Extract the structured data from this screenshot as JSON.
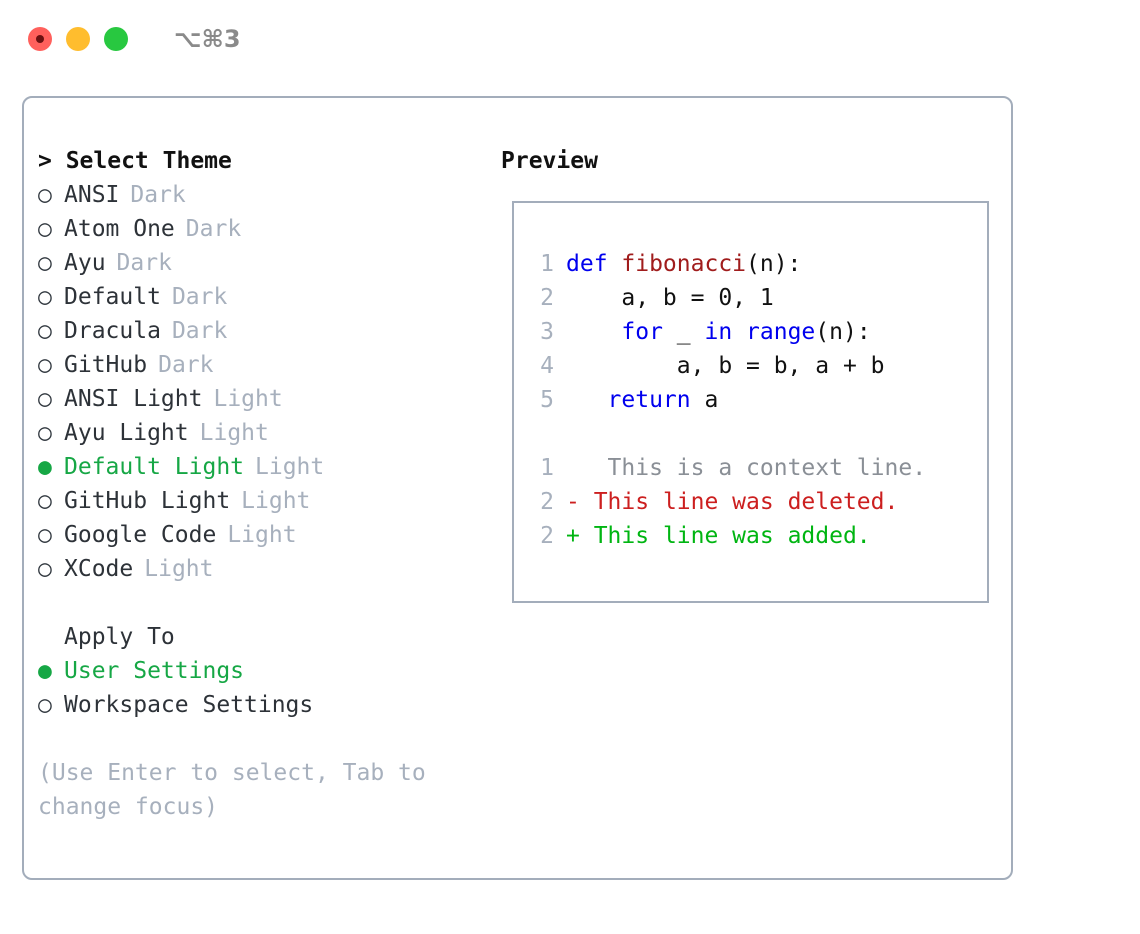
{
  "titlebar": {
    "shortcut": "⌥⌘3",
    "lights": [
      "close",
      "minimize",
      "maximize"
    ]
  },
  "left": {
    "header": "> Select Theme",
    "themes": [
      {
        "bullet": "○",
        "name": "ANSI",
        "tag": "Dark",
        "selected": false
      },
      {
        "bullet": "○",
        "name": "Atom One",
        "tag": "Dark",
        "selected": false
      },
      {
        "bullet": "○",
        "name": "Ayu",
        "tag": "Dark",
        "selected": false
      },
      {
        "bullet": "○",
        "name": "Default",
        "tag": "Dark",
        "selected": false
      },
      {
        "bullet": "○",
        "name": "Dracula",
        "tag": "Dark",
        "selected": false
      },
      {
        "bullet": "○",
        "name": "GitHub",
        "tag": "Dark",
        "selected": false
      },
      {
        "bullet": "○",
        "name": "ANSI Light",
        "tag": "Light",
        "selected": false
      },
      {
        "bullet": "○",
        "name": "Ayu Light",
        "tag": "Light",
        "selected": false
      },
      {
        "bullet": "●",
        "name": "Default Light",
        "tag": "Light",
        "selected": true
      },
      {
        "bullet": "○",
        "name": "GitHub Light",
        "tag": "Light",
        "selected": false
      },
      {
        "bullet": "○",
        "name": "Google Code",
        "tag": "Light",
        "selected": false
      },
      {
        "bullet": "○",
        "name": "XCode",
        "tag": "Light",
        "selected": false
      }
    ],
    "apply_to_label": "Apply To",
    "apply_to": [
      {
        "bullet": "●",
        "name": "User Settings",
        "selected": true
      },
      {
        "bullet": "○",
        "name": "Workspace Settings",
        "selected": false
      }
    ],
    "hint": "(Use Enter to select, Tab to change focus)"
  },
  "right": {
    "header": "Preview",
    "code_lines": [
      {
        "num": "1",
        "parts": [
          {
            "t": "def ",
            "c": "kw"
          },
          {
            "t": "fibonacci",
            "c": "fn"
          },
          {
            "t": "(n):",
            "c": "pn"
          }
        ]
      },
      {
        "num": "2",
        "parts": [
          {
            "t": "    a, b = 0, 1",
            "c": "pn"
          }
        ]
      },
      {
        "num": "3",
        "parts": [
          {
            "t": "    ",
            "c": "pn"
          },
          {
            "t": "for",
            "c": "kw"
          },
          {
            "t": " _ ",
            "c": "pn"
          },
          {
            "t": "in",
            "c": "kw"
          },
          {
            "t": " ",
            "c": "pn"
          },
          {
            "t": "range",
            "c": "kw"
          },
          {
            "t": "(n):",
            "c": "pn"
          }
        ]
      },
      {
        "num": "4",
        "parts": [
          {
            "t": "        a, b = b, a + b",
            "c": "pn"
          }
        ]
      },
      {
        "num": "5",
        "parts": [
          {
            "t": "   ",
            "c": "pn"
          },
          {
            "t": "return",
            "c": "kw"
          },
          {
            "t": " a",
            "c": "pn"
          }
        ]
      }
    ],
    "diff_lines": [
      {
        "num": "1",
        "marker": "  ",
        "text": " This is a context line.",
        "kind": "ctx"
      },
      {
        "num": "2",
        "marker": "- ",
        "text": "This line was deleted.",
        "kind": "del"
      },
      {
        "num": "2",
        "marker": "+ ",
        "text": "This line was added.",
        "kind": "add"
      }
    ]
  },
  "colors": {
    "accent_green": "#16a745",
    "muted": "#a7b0bd",
    "border": "#a3adbb",
    "keyword_blue": "#0000ee",
    "function_red": "#a01c1c",
    "diff_add": "#00b512",
    "diff_del": "#cc1f1f"
  }
}
